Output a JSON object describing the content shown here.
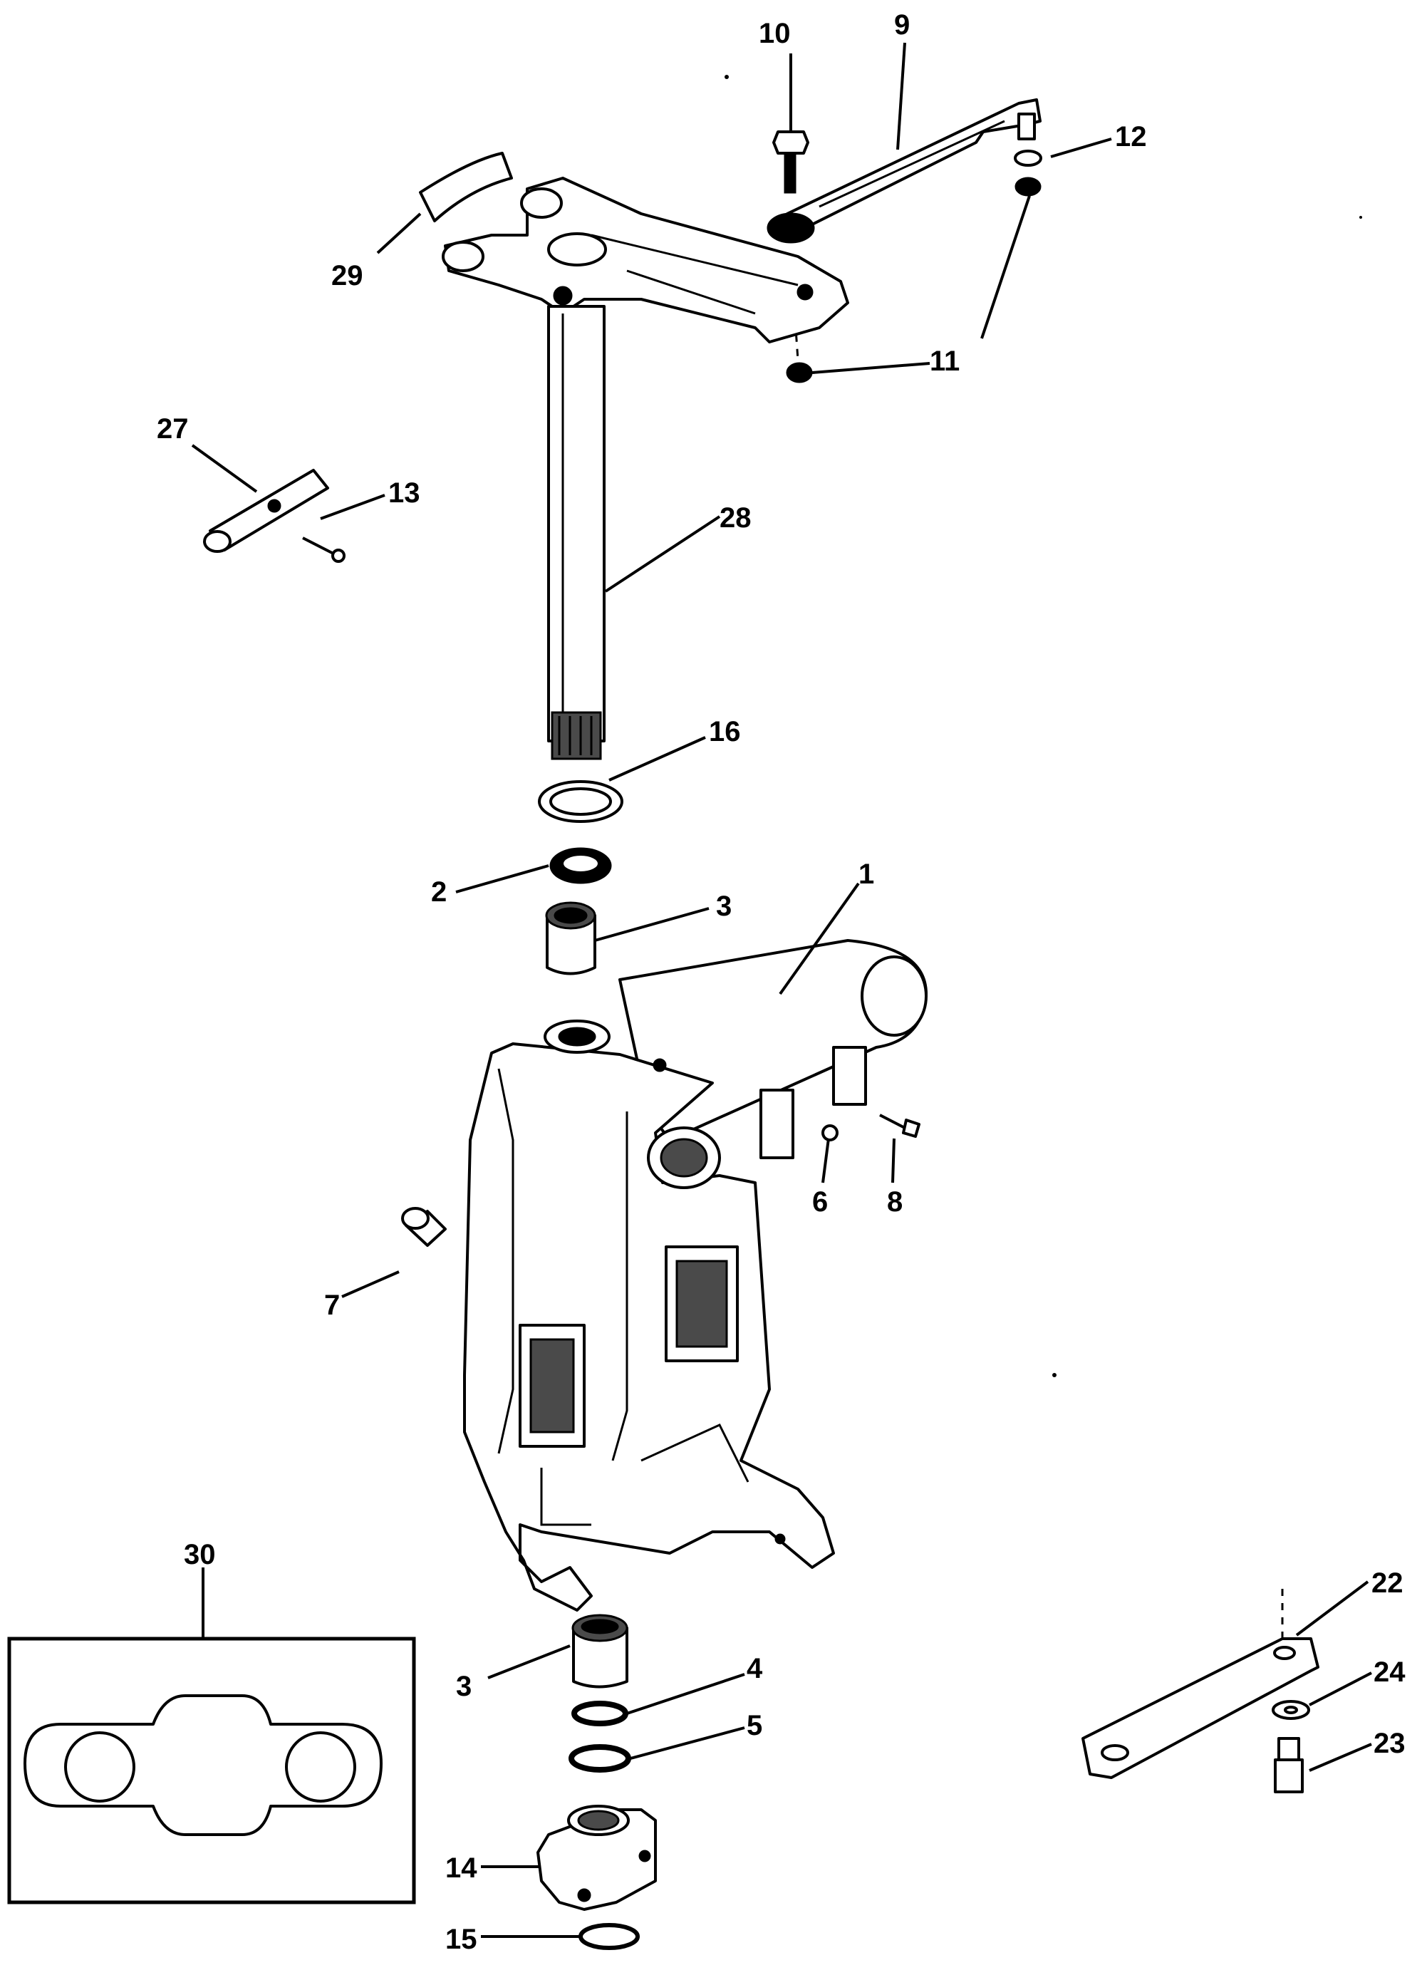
{
  "callouts": {
    "c1": "1",
    "c2": "2",
    "c3a": "3",
    "c3b": "3",
    "c4": "4",
    "c5": "5",
    "c6": "6",
    "c7": "7",
    "c8": "8",
    "c9": "9",
    "c10": "10",
    "c11": "11",
    "c12": "12",
    "c13": "13",
    "c14": "14",
    "c15": "15",
    "c16": "16",
    "c22": "22",
    "c23": "23",
    "c24": "24",
    "c27": "27",
    "c28": "28",
    "c29": "29",
    "c30": "30"
  }
}
